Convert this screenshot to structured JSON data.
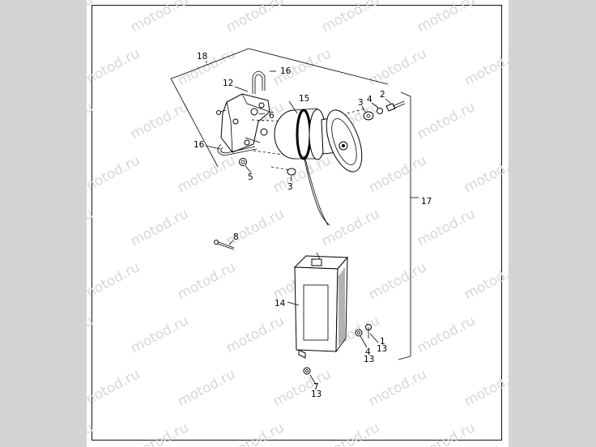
{
  "watermark": {
    "text": "motod.ru",
    "color": "#d7d7d7"
  },
  "colors": {
    "side_band": "#d4d4d4",
    "sheet": "#ffffff",
    "ink": "#000000"
  },
  "callouts": {
    "c1": "1",
    "c2": "2",
    "c3a": "3",
    "c3b": "3",
    "c4a": "4",
    "c4b": "4",
    "c5": "5",
    "c6": "6",
    "c7": "7",
    "c8": "8",
    "c12": "12",
    "c13a": "13",
    "c13b": "13",
    "c13c": "13",
    "c14": "14",
    "c15": "15",
    "c16a": "16",
    "c16b": "16",
    "c17": "17",
    "c18": "18"
  }
}
